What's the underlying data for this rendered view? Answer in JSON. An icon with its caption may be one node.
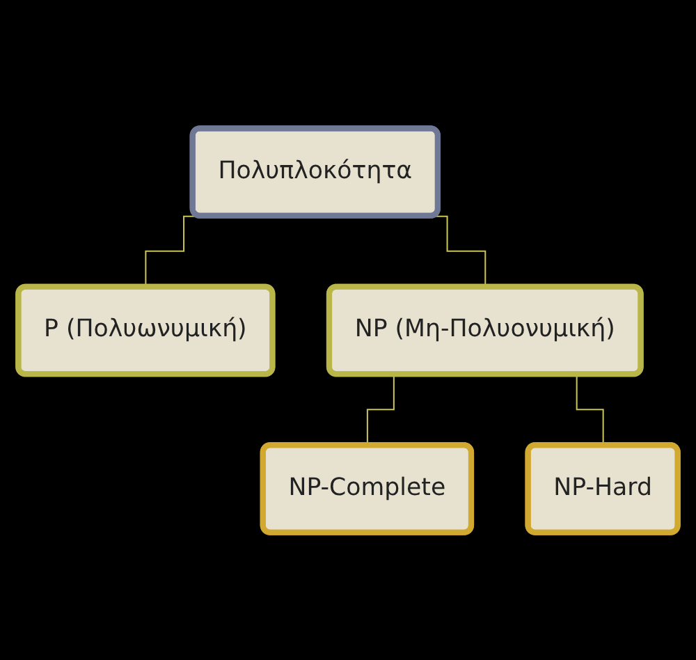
{
  "diagram": {
    "nodes": [
      {
        "text": [
          "Πολυπλοκότητα"
        ]
      },
      {
        "text": [
          "P (Πολυωνυμική)"
        ]
      },
      {
        "text": [
          "NP (Μη-Πολυονυμική)"
        ]
      },
      {
        "text": [
          "NP-Complete"
        ]
      },
      {
        "text": [
          "NP-Hard"
        ]
      }
    ],
    "edges": [
      {
        "from": 0,
        "to": 1,
        "arrow": "none"
      },
      {
        "from": 0,
        "to": 2,
        "arrow": "none"
      },
      {
        "from": 2,
        "to": 3,
        "arrow": "none"
      },
      {
        "from": 2,
        "to": 4,
        "arrow": "none"
      }
    ]
  }
}
